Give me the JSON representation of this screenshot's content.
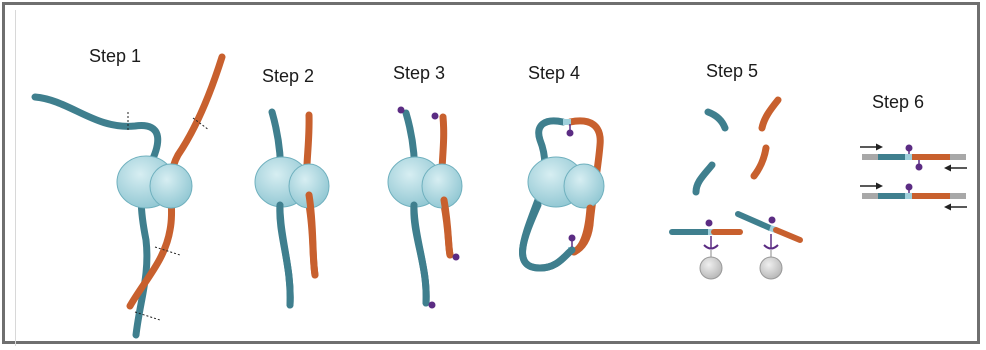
{
  "steps": [
    {
      "label": "Step 1"
    },
    {
      "label": "Step 2"
    },
    {
      "label": "Step 3"
    },
    {
      "label": "Step 4"
    },
    {
      "label": "Step 5"
    },
    {
      "label": "Step 6"
    }
  ],
  "colors": {
    "teal_strand": "#3f7f8e",
    "teal_strand_light": "#5e9aa8",
    "orange_strand": "#c8602e",
    "orange_strand_light": "#e07c46",
    "cohesin": "#a6d6de",
    "cohesin_edge": "#6fb0be",
    "ligation_dot": "#5b2c83",
    "bead": "#c9c9c9",
    "adapter_grey": "#a8a8a8",
    "arrow": "#222222",
    "frame": "#6f6f6f"
  },
  "icons": {
    "cohesin": "cohesin-ring",
    "biotin": "biotin-marker",
    "streptavidin_bead": "bead",
    "primer": "primer-arrow"
  }
}
